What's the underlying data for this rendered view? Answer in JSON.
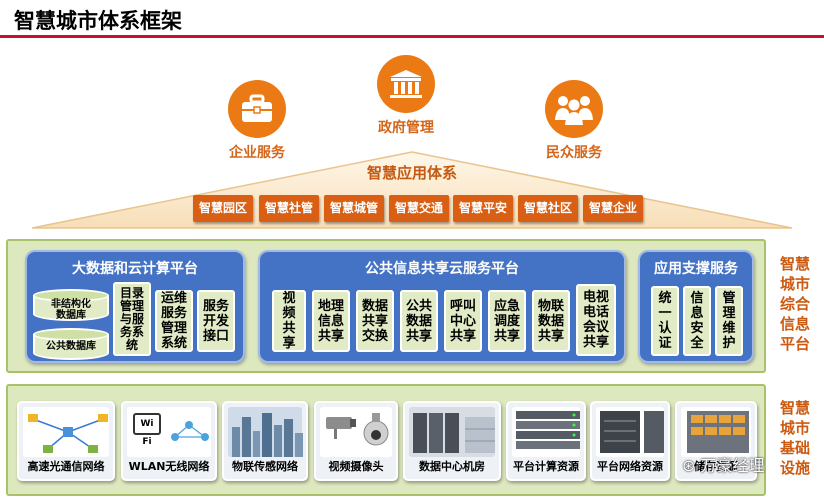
{
  "title": "智慧城市体系框架",
  "services": {
    "enterprise": "企业服务",
    "government": "政府管理",
    "citizen": "民众服务"
  },
  "app_system": {
    "title": "智慧应用体系",
    "items": [
      "智慧园区",
      "智慧社管",
      "智慧城管",
      "智慧交通",
      "智慧平安",
      "智慧社区",
      "智慧企业"
    ]
  },
  "platform": {
    "side_label": [
      "智慧",
      "城市",
      "综合",
      "信息",
      "平台"
    ],
    "bigdata": {
      "title": "大数据和云计算平台",
      "db1": [
        "非结构化",
        "数据库"
      ],
      "db2": "公共数据库",
      "boxes": [
        [
          "目录",
          "管理",
          "与服",
          "务系",
          "统"
        ],
        [
          "运维",
          "服务",
          "管理",
          "系统"
        ],
        [
          "服务",
          "开发",
          "接口"
        ]
      ]
    },
    "shared": {
      "title": "公共信息共享云服务平台",
      "boxes": [
        [
          "视",
          "频",
          "共",
          "享"
        ],
        [
          "地理",
          "信息",
          "共享"
        ],
        [
          "数据",
          "共享",
          "交换"
        ],
        [
          "公共",
          "数据",
          "共享"
        ],
        [
          "呼叫",
          "中心",
          "共享"
        ],
        [
          "应急",
          "调度",
          "共享"
        ],
        [
          "物联",
          "数据",
          "共享"
        ],
        [
          "电视",
          "电话",
          "会议",
          "共享"
        ]
      ]
    },
    "support": {
      "title": "应用支撑服务",
      "boxes": [
        [
          "统",
          "一",
          "认",
          "证"
        ],
        [
          "信",
          "息",
          "安",
          "全"
        ],
        [
          "管",
          "理",
          "维",
          "护"
        ]
      ]
    }
  },
  "infrastructure": {
    "side_label": [
      "智慧",
      "城市",
      "基础",
      "设施"
    ],
    "items": [
      "高速光通信网络",
      "WLAN无线网络",
      "物联传感网络",
      "视频摄像头",
      "数据中心机房",
      "平台计算资源",
      "平台网络资源",
      "储存资源"
    ],
    "wifi_text": "Wi Fi"
  },
  "watermark": "万豪经理",
  "colors": {
    "orange": "#ec7a14",
    "blue": "#4473c5",
    "green": "#dde8bf",
    "red": "#c8102e"
  }
}
